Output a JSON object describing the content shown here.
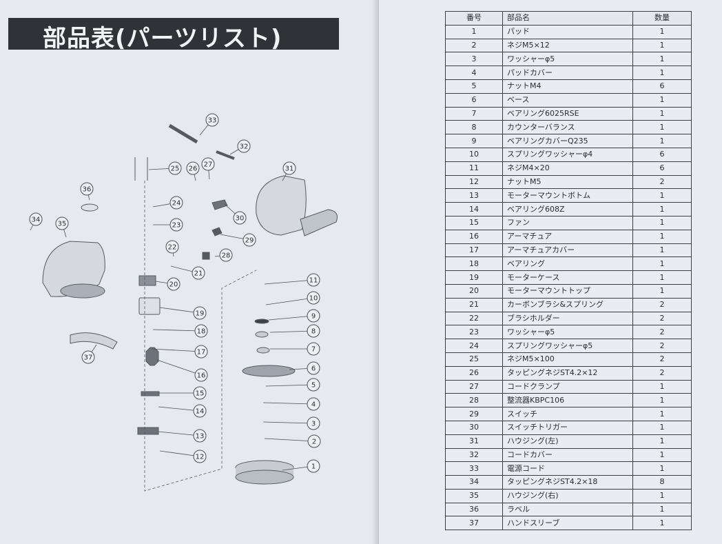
{
  "left_page": {
    "title": "部品表(パーツリスト)",
    "callouts": [
      "1",
      "2",
      "3",
      "4",
      "5",
      "6",
      "7",
      "8",
      "9",
      "10",
      "11",
      "12",
      "13",
      "14",
      "15",
      "16",
      "17",
      "18",
      "19",
      "20",
      "21",
      "22",
      "23",
      "24",
      "25",
      "26",
      "27",
      "28",
      "29",
      "30",
      "31",
      "32",
      "33",
      "34",
      "35",
      "36",
      "37"
    ]
  },
  "table": {
    "headers": {
      "no": "番号",
      "name": "部品名",
      "qty": "数量"
    },
    "rows": [
      {
        "no": "1",
        "name": "パッド",
        "qty": "1"
      },
      {
        "no": "2",
        "name": "ネジM5×12",
        "qty": "1"
      },
      {
        "no": "3",
        "name": "ワッシャーφ5",
        "qty": "1"
      },
      {
        "no": "4",
        "name": "パッドカバー",
        "qty": "1"
      },
      {
        "no": "5",
        "name": "ナットM4",
        "qty": "6"
      },
      {
        "no": "6",
        "name": "ベース",
        "qty": "1"
      },
      {
        "no": "7",
        "name": "ベアリング6025RSE",
        "qty": "1"
      },
      {
        "no": "8",
        "name": "カウンターバランス",
        "qty": "1"
      },
      {
        "no": "9",
        "name": "ベアリングカバーQ235",
        "qty": "1"
      },
      {
        "no": "10",
        "name": "スプリングワッシャーφ4",
        "qty": "6"
      },
      {
        "no": "11",
        "name": "ネジM4×20",
        "qty": "6"
      },
      {
        "no": "12",
        "name": "ナットM5",
        "qty": "2"
      },
      {
        "no": "13",
        "name": "モーターマウントボトム",
        "qty": "1"
      },
      {
        "no": "14",
        "name": "ベアリング608Z",
        "qty": "1"
      },
      {
        "no": "15",
        "name": "ファン",
        "qty": "1"
      },
      {
        "no": "16",
        "name": "アーマチュア",
        "qty": "1"
      },
      {
        "no": "17",
        "name": "アーマチュアカバー",
        "qty": "1"
      },
      {
        "no": "18",
        "name": "ベアリング",
        "qty": "1"
      },
      {
        "no": "19",
        "name": "モーターケース",
        "qty": "1"
      },
      {
        "no": "20",
        "name": "モーターマウントトップ",
        "qty": "1"
      },
      {
        "no": "21",
        "name": "カーボンブラシ&スプリング",
        "qty": "2"
      },
      {
        "no": "22",
        "name": "ブラシホルダー",
        "qty": "2"
      },
      {
        "no": "23",
        "name": "ワッシャーφ5",
        "qty": "2"
      },
      {
        "no": "24",
        "name": "スプリングワッシャーφ5",
        "qty": "2"
      },
      {
        "no": "25",
        "name": "ネジM5×100",
        "qty": "2"
      },
      {
        "no": "26",
        "name": "タッピングネジST4.2×12",
        "qty": "2"
      },
      {
        "no": "27",
        "name": "コードクランプ",
        "qty": "1"
      },
      {
        "no": "28",
        "name": "整流器KBPC106",
        "qty": "1"
      },
      {
        "no": "29",
        "name": "スイッチ",
        "qty": "1"
      },
      {
        "no": "30",
        "name": "スイッチトリガー",
        "qty": "1"
      },
      {
        "no": "31",
        "name": "ハウジング(左)",
        "qty": "1"
      },
      {
        "no": "32",
        "name": "コードカバー",
        "qty": "1"
      },
      {
        "no": "33",
        "name": "電源コード",
        "qty": "1"
      },
      {
        "no": "34",
        "name": "タッピングネジST4.2×18",
        "qty": "8"
      },
      {
        "no": "35",
        "name": "ハウジング(右)",
        "qty": "1"
      },
      {
        "no": "36",
        "name": "ラベル",
        "qty": "1"
      },
      {
        "no": "37",
        "name": "ハンドスリーブ",
        "qty": "1"
      }
    ]
  }
}
